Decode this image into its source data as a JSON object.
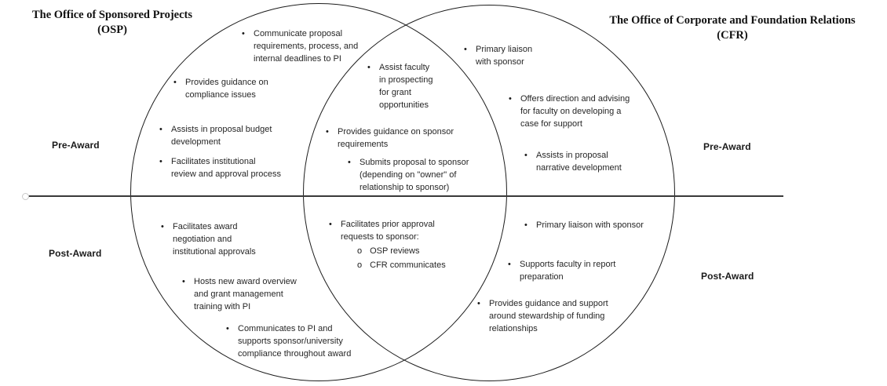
{
  "titles": {
    "left": {
      "name": "The Office of Sponsored Projects",
      "abbr": "(OSP)"
    },
    "right": {
      "name": "The Office of Corporate and Foundation Relations",
      "abbr": "(CFR)"
    }
  },
  "phase_labels": {
    "left_pre": "Pre-Award",
    "left_post": "Post-Award",
    "right_pre": "Pre-Award",
    "right_post": "Post-Award"
  },
  "icons": {
    "bullet": "•",
    "sub_bullet": "o"
  },
  "colors": {
    "ink": "#262626",
    "line": "#3a3a3a",
    "background": "#ffffff"
  },
  "diagram": {
    "type": "venn",
    "osp_pre_award": [
      {
        "text": "Communicate proposal\nrequirements, process, and\ninternal deadlines to PI"
      },
      {
        "text": "Provides guidance on\ncompliance issues"
      },
      {
        "text": "Assists in proposal budget\ndevelopment"
      },
      {
        "text": "Facilitates institutional\nreview and approval process"
      }
    ],
    "shared_pre_award": [
      {
        "text": "Assist faculty\nin prospecting\nfor grant\nopportunities"
      },
      {
        "text": "Provides guidance on sponsor\nrequirements"
      },
      {
        "text": "Submits proposal to sponsor\n(depending on \"owner\" of\nrelationship to sponsor)"
      }
    ],
    "cfr_pre_award": [
      {
        "text": "Primary liaison\nwith sponsor"
      },
      {
        "text": "Offers direction and advising\nfor faculty on developing a\ncase for support"
      },
      {
        "text": "Assists in proposal\nnarrative development"
      }
    ],
    "osp_post_award": [
      {
        "text": "Facilitates award\nnegotiation and\ninstitutional approvals"
      },
      {
        "text": "Hosts new award overview\nand grant management\ntraining with PI"
      },
      {
        "text": "Communicates to PI and\nsupports sponsor/university\ncompliance throughout award"
      }
    ],
    "shared_post_award": [
      {
        "text": "Facilitates prior approval\nrequests to sponsor:",
        "sub": [
          "OSP reviews",
          "CFR communicates"
        ]
      }
    ],
    "cfr_post_award": [
      {
        "text": "Primary liaison with sponsor"
      },
      {
        "text": "Supports faculty in report\npreparation"
      },
      {
        "text": "Provides guidance and support\naround stewardship of funding\nrelationships"
      }
    ]
  }
}
